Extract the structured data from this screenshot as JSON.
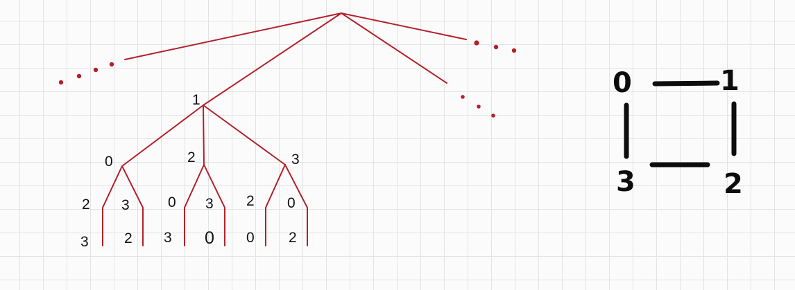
{
  "tree": {
    "root_children": {
      "middle": "1"
    },
    "level2": {
      "left": "0",
      "middle": "2",
      "right": "3"
    },
    "level3": {
      "a_left": "2",
      "a_right": "3",
      "b_left": "0",
      "b_right": "3",
      "c_left": "2",
      "c_right": "0"
    },
    "level4": {
      "a_left": "3",
      "a_right": "2",
      "b_left": "3",
      "b_right": "0",
      "c_left": "0",
      "c_right": "2"
    },
    "edge_color": "#b3202a"
  },
  "graph": {
    "nodes": {
      "top_left": "0",
      "top_right": "1",
      "bottom_right": "2",
      "bottom_left": "3"
    },
    "edges": [
      "0-1",
      "1-2",
      "2-3",
      "3-0"
    ],
    "edge_color": "#0d0d0d"
  }
}
